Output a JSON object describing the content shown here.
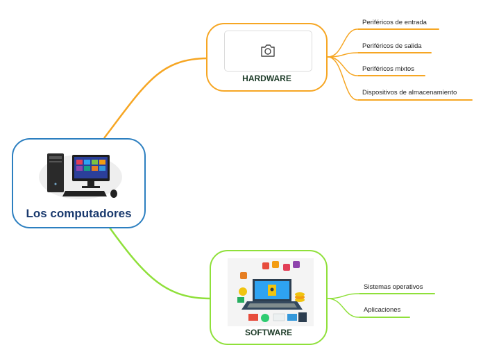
{
  "root": {
    "title": "Los computadores"
  },
  "hardware": {
    "title": "HARDWARE",
    "children": [
      "Periféricos de entrada",
      "Periféricos de salida",
      "Periféricos mixtos",
      "Dispositivos de almacenamiento"
    ]
  },
  "software": {
    "title": "SOFTWARE",
    "children": [
      "Sistemas operativos",
      "Aplicaciones"
    ]
  },
  "colors": {
    "root_border": "#2c7fc0",
    "hardware_branch": "#f6a623",
    "software_branch": "#8fe03a"
  },
  "icons": {
    "hardware_image": "camera-icon",
    "root_image": "desktop-computer-icon",
    "software_image": "laptop-apps-illustration-icon"
  }
}
